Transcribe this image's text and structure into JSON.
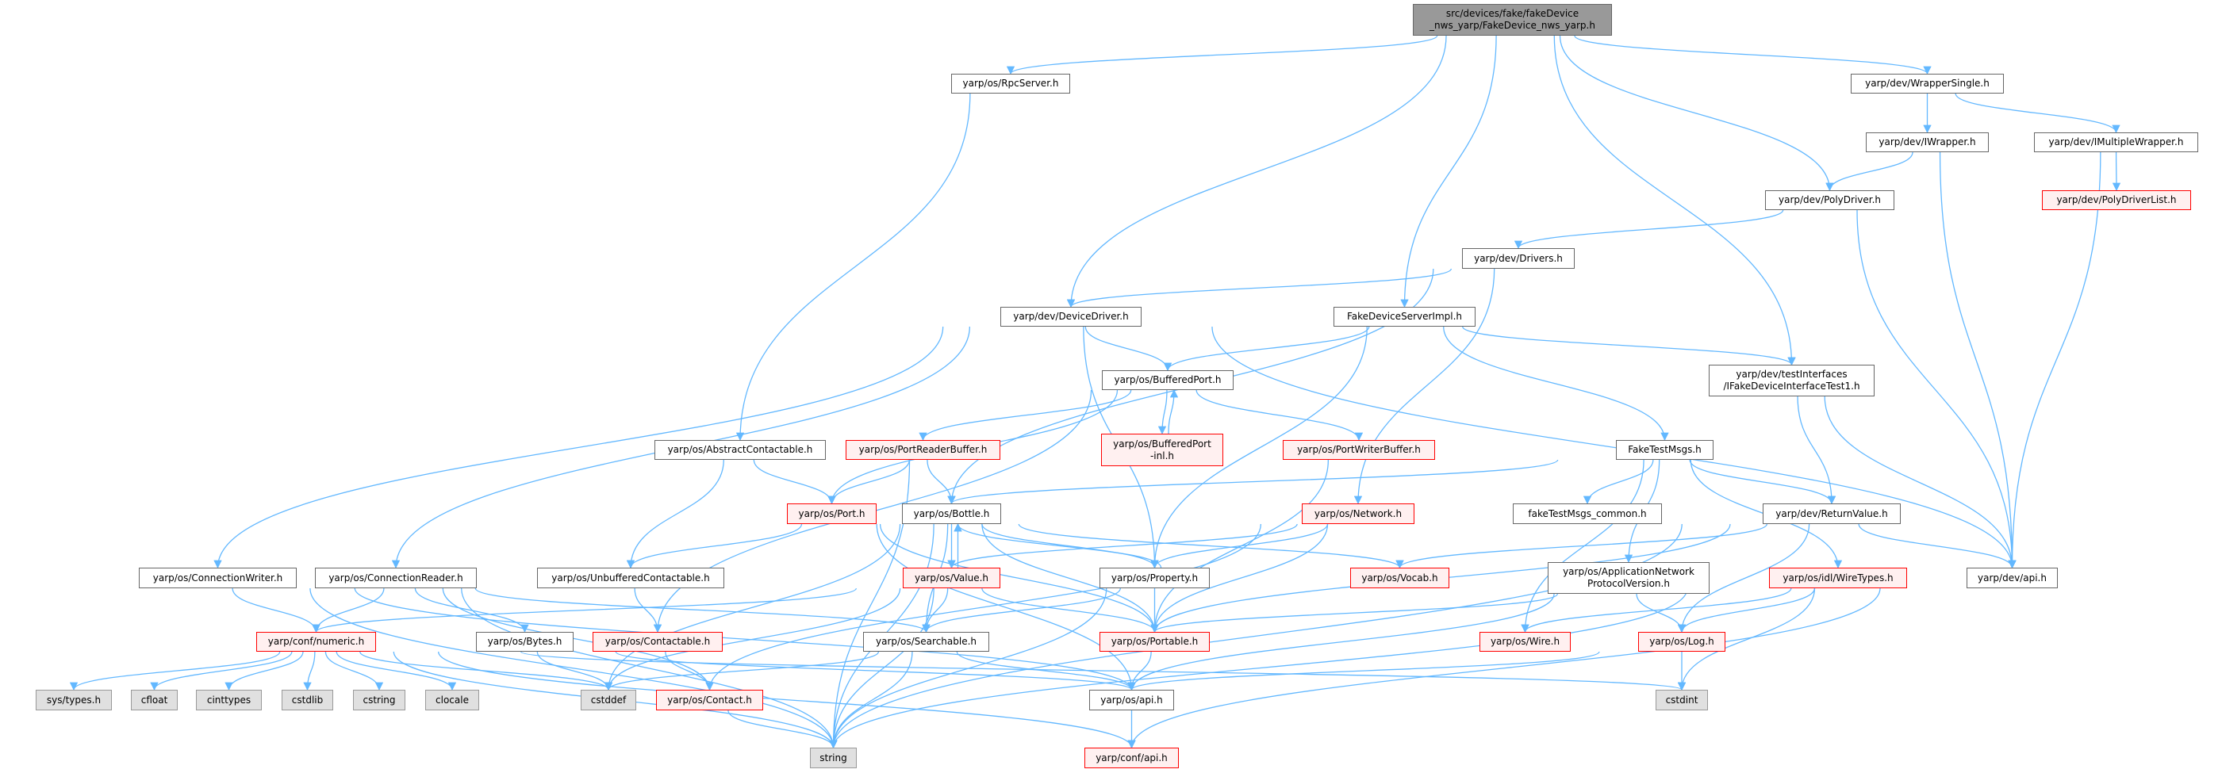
{
  "title": "src/devices/fake/fakeDevice_nws_yarp/FakeDevice_nws_yarp.h",
  "colors": {
    "edge": "#63b8ff",
    "red_border": "#ff0000",
    "red_fill": "#fff0f0",
    "gray_fill": "#e0e0e0",
    "root_fill": "#999999"
  },
  "nodes": [
    {
      "id": "root",
      "label": "src/devices/fake/fakeDevice\n_nws_yarp/FakeDevice_nws_yarp.h",
      "kind": "root"
    },
    {
      "id": "rpcserver",
      "label": "yarp/os/RpcServer.h",
      "kind": "normal"
    },
    {
      "id": "wrappersingle",
      "label": "yarp/dev/WrapperSingle.h",
      "kind": "normal"
    },
    {
      "id": "iwrapper",
      "label": "yarp/dev/IWrapper.h",
      "kind": "normal"
    },
    {
      "id": "imultiplewrapper",
      "label": "yarp/dev/IMultipleWrapper.h",
      "kind": "normal"
    },
    {
      "id": "polydriver",
      "label": "yarp/dev/PolyDriver.h",
      "kind": "normal"
    },
    {
      "id": "polydriverlist",
      "label": "yarp/dev/PolyDriverList.h",
      "kind": "red"
    },
    {
      "id": "drivers",
      "label": "yarp/dev/Drivers.h",
      "kind": "normal"
    },
    {
      "id": "devicedriver",
      "label": "yarp/dev/DeviceDriver.h",
      "kind": "normal"
    },
    {
      "id": "fakeserverimpl",
      "label": "FakeDeviceServerImpl.h",
      "kind": "normal"
    },
    {
      "id": "testinterfaces",
      "label": "yarp/dev/testInterfaces\n/IFakeDeviceInterfaceTest1.h",
      "kind": "normal"
    },
    {
      "id": "bufferedport",
      "label": "yarp/os/BufferedPort.h",
      "kind": "normal"
    },
    {
      "id": "abstractcontactable",
      "label": "yarp/os/AbstractContactable.h",
      "kind": "normal"
    },
    {
      "id": "portreaderbuffer",
      "label": "yarp/os/PortReaderBuffer.h",
      "kind": "red"
    },
    {
      "id": "bufferedportinl",
      "label": "yarp/os/BufferedPort\n-inl.h",
      "kind": "red"
    },
    {
      "id": "portwriterbuffer",
      "label": "yarp/os/PortWriterBuffer.h",
      "kind": "red"
    },
    {
      "id": "faketestmsgs",
      "label": "FakeTestMsgs.h",
      "kind": "normal"
    },
    {
      "id": "port",
      "label": "yarp/os/Port.h",
      "kind": "red"
    },
    {
      "id": "bottle",
      "label": "yarp/os/Bottle.h",
      "kind": "normal"
    },
    {
      "id": "network",
      "label": "yarp/os/Network.h",
      "kind": "red"
    },
    {
      "id": "faketestmsgscommon",
      "label": "fakeTestMsgs_common.h",
      "kind": "normal"
    },
    {
      "id": "returnvalue",
      "label": "yarp/dev/ReturnValue.h",
      "kind": "normal"
    },
    {
      "id": "connectionwriter",
      "label": "yarp/os/ConnectionWriter.h",
      "kind": "normal"
    },
    {
      "id": "connectionreader",
      "label": "yarp/os/ConnectionReader.h",
      "kind": "normal"
    },
    {
      "id": "unbufferedcontactable",
      "label": "yarp/os/UnbufferedContactable.h",
      "kind": "normal"
    },
    {
      "id": "value",
      "label": "yarp/os/Value.h",
      "kind": "red"
    },
    {
      "id": "property",
      "label": "yarp/os/Property.h",
      "kind": "normal"
    },
    {
      "id": "vocab",
      "label": "yarp/os/Vocab.h",
      "kind": "red"
    },
    {
      "id": "appnetproto",
      "label": "yarp/os/ApplicationNetwork\nProtocolVersion.h",
      "kind": "normal"
    },
    {
      "id": "wiretypes",
      "label": "yarp/os/idl/WireTypes.h",
      "kind": "red"
    },
    {
      "id": "devapi",
      "label": "yarp/dev/api.h",
      "kind": "normal"
    },
    {
      "id": "numeric",
      "label": "yarp/conf/numeric.h",
      "kind": "red"
    },
    {
      "id": "bytes",
      "label": "yarp/os/Bytes.h",
      "kind": "normal"
    },
    {
      "id": "contactable",
      "label": "yarp/os/Contactable.h",
      "kind": "red"
    },
    {
      "id": "searchable",
      "label": "yarp/os/Searchable.h",
      "kind": "normal"
    },
    {
      "id": "portable",
      "label": "yarp/os/Portable.h",
      "kind": "red"
    },
    {
      "id": "wire",
      "label": "yarp/os/Wire.h",
      "kind": "red"
    },
    {
      "id": "log",
      "label": "yarp/os/Log.h",
      "kind": "red"
    },
    {
      "id": "systypes",
      "label": "sys/types.h",
      "kind": "gray"
    },
    {
      "id": "cfloat",
      "label": "cfloat",
      "kind": "gray"
    },
    {
      "id": "cinttypes",
      "label": "cinttypes",
      "kind": "gray"
    },
    {
      "id": "cstdlib",
      "label": "cstdlib",
      "kind": "gray"
    },
    {
      "id": "cstring",
      "label": "cstring",
      "kind": "gray"
    },
    {
      "id": "clocale",
      "label": "clocale",
      "kind": "gray"
    },
    {
      "id": "cstddef",
      "label": "cstddef",
      "kind": "gray"
    },
    {
      "id": "contact",
      "label": "yarp/os/Contact.h",
      "kind": "red"
    },
    {
      "id": "osapi",
      "label": "yarp/os/api.h",
      "kind": "normal"
    },
    {
      "id": "cstdint",
      "label": "cstdint",
      "kind": "gray"
    },
    {
      "id": "string",
      "label": "string",
      "kind": "gray"
    },
    {
      "id": "confapi",
      "label": "yarp/conf/api.h",
      "kind": "red"
    }
  ],
  "edges": [
    [
      "root",
      "rpcserver"
    ],
    [
      "root",
      "devicedriver"
    ],
    [
      "root",
      "fakeserverimpl"
    ],
    [
      "root",
      "testinterfaces"
    ],
    [
      "root",
      "polydriver"
    ],
    [
      "root",
      "wrappersingle"
    ],
    [
      "rpcserver",
      "abstractcontactable"
    ],
    [
      "wrappersingle",
      "iwrapper"
    ],
    [
      "wrappersingle",
      "imultiplewrapper"
    ],
    [
      "iwrapper",
      "polydriver"
    ],
    [
      "iwrapper",
      "devapi"
    ],
    [
      "imultiplewrapper",
      "polydriverlist"
    ],
    [
      "imultiplewrapper",
      "devapi"
    ],
    [
      "polydriver",
      "drivers"
    ],
    [
      "polydriver",
      "devapi"
    ],
    [
      "drivers",
      "devicedriver"
    ],
    [
      "drivers",
      "bottle"
    ],
    [
      "drivers",
      "network"
    ],
    [
      "devicedriver",
      "bufferedport"
    ],
    [
      "devicedriver",
      "connectionwriter"
    ],
    [
      "devicedriver",
      "connectionreader"
    ],
    [
      "devicedriver",
      "property"
    ],
    [
      "devicedriver",
      "devapi"
    ],
    [
      "fakeserverimpl",
      "bufferedport"
    ],
    [
      "fakeserverimpl",
      "testinterfaces"
    ],
    [
      "fakeserverimpl",
      "faketestmsgs"
    ],
    [
      "fakeserverimpl",
      "property"
    ],
    [
      "testinterfaces",
      "returnvalue"
    ],
    [
      "testinterfaces",
      "devapi"
    ],
    [
      "bufferedport",
      "portreaderbuffer"
    ],
    [
      "bufferedport",
      "bufferedportinl"
    ],
    [
      "bufferedport",
      "portwriterbuffer"
    ],
    [
      "bufferedport",
      "port"
    ],
    [
      "bufferedport",
      "contactable"
    ],
    [
      "bufferedportinl",
      "bufferedport"
    ],
    [
      "abstractcontactable",
      "port"
    ],
    [
      "abstractcontactable",
      "unbufferedcontactable"
    ],
    [
      "portreaderbuffer",
      "port"
    ],
    [
      "portreaderbuffer",
      "bottle"
    ],
    [
      "portreaderbuffer",
      "string"
    ],
    [
      "portwriterbuffer",
      "portable"
    ],
    [
      "faketestmsgs",
      "faketestmsgscommon"
    ],
    [
      "faketestmsgs",
      "returnvalue"
    ],
    [
      "faketestmsgs",
      "wiretypes"
    ],
    [
      "faketestmsgs",
      "appnetproto"
    ],
    [
      "faketestmsgs",
      "wire"
    ],
    [
      "faketestmsgs",
      "bottle"
    ],
    [
      "returnvalue",
      "devapi"
    ],
    [
      "returnvalue",
      "log"
    ],
    [
      "returnvalue",
      "vocab"
    ],
    [
      "returnvalue",
      "portable"
    ],
    [
      "returnvalue",
      "string"
    ],
    [
      "wiretypes",
      "log"
    ],
    [
      "wiretypes",
      "cstdint"
    ],
    [
      "wiretypes",
      "string"
    ],
    [
      "wiretypes",
      "wire"
    ],
    [
      "appnetproto",
      "log"
    ],
    [
      "appnetproto",
      "portable"
    ],
    [
      "appnetproto",
      "osapi"
    ],
    [
      "log",
      "cstdint"
    ],
    [
      "log",
      "osapi"
    ],
    [
      "port",
      "unbufferedcontactable"
    ],
    [
      "port",
      "portable"
    ],
    [
      "port",
      "osapi"
    ],
    [
      "bottle",
      "value"
    ],
    [
      "bottle",
      "property"
    ],
    [
      "bottle",
      "searchable"
    ],
    [
      "bottle",
      "portable"
    ],
    [
      "bottle",
      "vocab"
    ],
    [
      "bottle",
      "string"
    ],
    [
      "bottle",
      "cstddef"
    ],
    [
      "value",
      "bottle"
    ],
    [
      "value",
      "searchable"
    ],
    [
      "value",
      "portable"
    ],
    [
      "value",
      "numeric"
    ],
    [
      "value",
      "string"
    ],
    [
      "value",
      "cstddef"
    ],
    [
      "network",
      "property"
    ],
    [
      "network",
      "value"
    ],
    [
      "network",
      "portable"
    ],
    [
      "network",
      "contact"
    ],
    [
      "property",
      "bottle"
    ],
    [
      "property",
      "searchable"
    ],
    [
      "property",
      "portable"
    ],
    [
      "property",
      "string"
    ],
    [
      "searchable",
      "osapi"
    ],
    [
      "searchable",
      "string"
    ],
    [
      "searchable",
      "cstddef"
    ],
    [
      "portable",
      "osapi"
    ],
    [
      "osapi",
      "confapi"
    ],
    [
      "devapi",
      "confapi"
    ],
    [
      "connectionwriter",
      "numeric"
    ],
    [
      "connectionwriter",
      "string"
    ],
    [
      "connectionwriter",
      "osapi"
    ],
    [
      "connectionreader",
      "numeric"
    ],
    [
      "connectionreader",
      "bytes"
    ],
    [
      "connectionreader",
      "searchable"
    ],
    [
      "connectionreader",
      "string"
    ],
    [
      "connectionreader",
      "contact"
    ],
    [
      "unbufferedcontactable",
      "contactable"
    ],
    [
      "contactable",
      "contact"
    ],
    [
      "contact",
      "string"
    ],
    [
      "bytes",
      "cstddef"
    ],
    [
      "bytes",
      "osapi"
    ],
    [
      "numeric",
      "systypes"
    ],
    [
      "numeric",
      "cfloat"
    ],
    [
      "numeric",
      "cinttypes"
    ],
    [
      "numeric",
      "cstdlib"
    ],
    [
      "numeric",
      "cstring"
    ],
    [
      "numeric",
      "clocale"
    ],
    [
      "numeric",
      "cstddef"
    ],
    [
      "numeric",
      "cstdint"
    ],
    [
      "numeric",
      "string"
    ],
    [
      "numeric",
      "confapi"
    ]
  ]
}
